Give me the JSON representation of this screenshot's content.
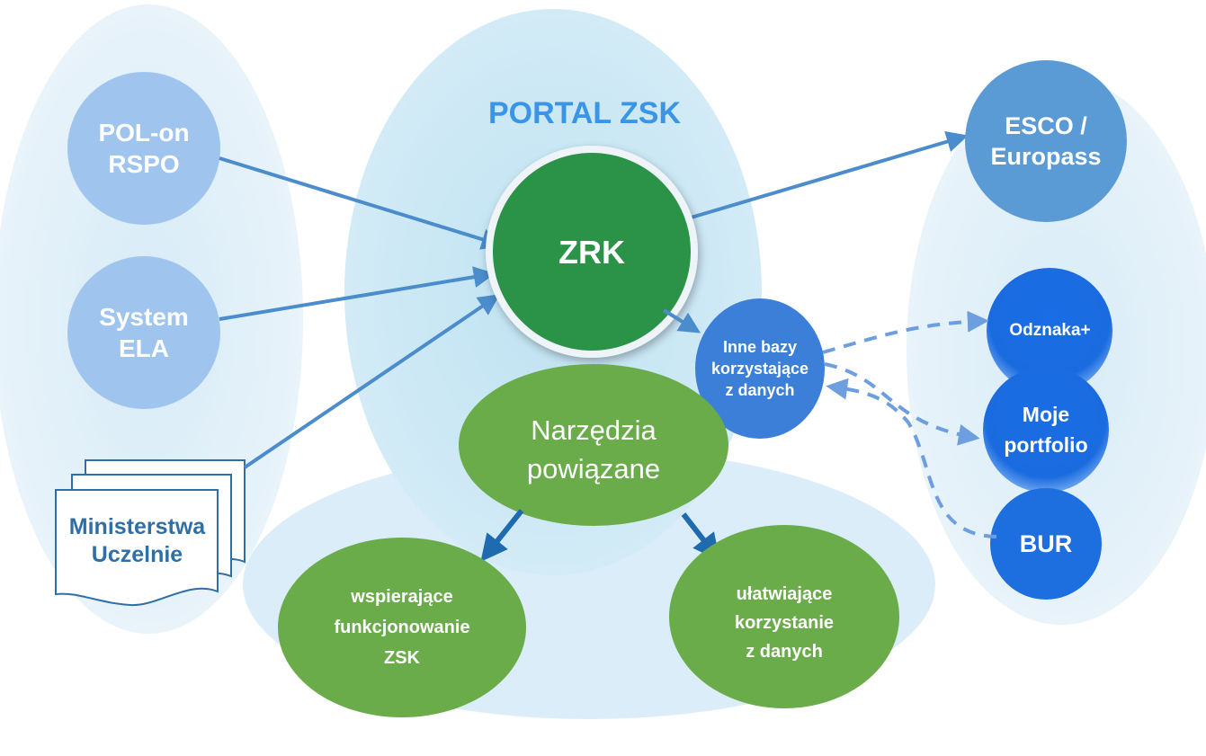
{
  "portal_title": "PORTAL ZSK",
  "sources": {
    "polon": [
      "POL-on",
      "RSPO"
    ],
    "ela": [
      "System",
      "ELA"
    ],
    "documents": [
      "Ministerstwa",
      "Uczelnie"
    ]
  },
  "center": {
    "zrk": "ZRK",
    "other_databases": [
      "Inne bazy",
      "korzystające",
      "z danych"
    ],
    "tools": [
      "Narzędzia",
      "powiązane"
    ],
    "supporting": [
      "wspierające",
      "funkcjonowanie",
      "ZSK"
    ],
    "facilitating": [
      "ułatwiające",
      "korzystanie",
      "z danych"
    ]
  },
  "external": {
    "esco": [
      "ESCO /",
      "Europass"
    ],
    "odznaka": "Odznaka+",
    "portfolio": [
      "Moje",
      "portfolio"
    ],
    "bur": "BUR"
  },
  "colors": {
    "light_blob": "#cfe6f5",
    "source_circle": "#9cc3ef",
    "zrk_green": "#2b9348",
    "tool_green": "#6aac4a",
    "esco_blue": "#5b9bd5",
    "bright_blue": "#1d6fe0",
    "arrow_blue": "#4a8ccc"
  }
}
